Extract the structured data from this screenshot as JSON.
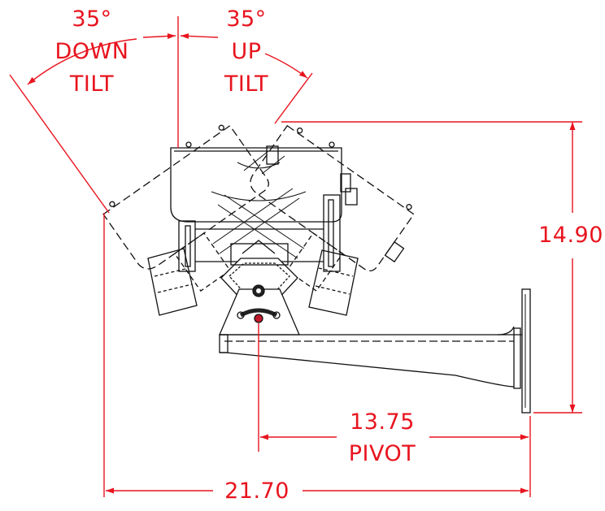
{
  "colors": {
    "dimension": "#e8141e",
    "part": "#111111"
  },
  "labels": {
    "down_angle": "35°",
    "down_word": "DOWN",
    "down_tilt": "TILT",
    "up_angle": "35°",
    "up_word": "UP",
    "up_tilt": "TILT",
    "height": "14.90",
    "pivot_value": "13.75",
    "pivot_word": "PIVOT",
    "width": "21.70"
  }
}
